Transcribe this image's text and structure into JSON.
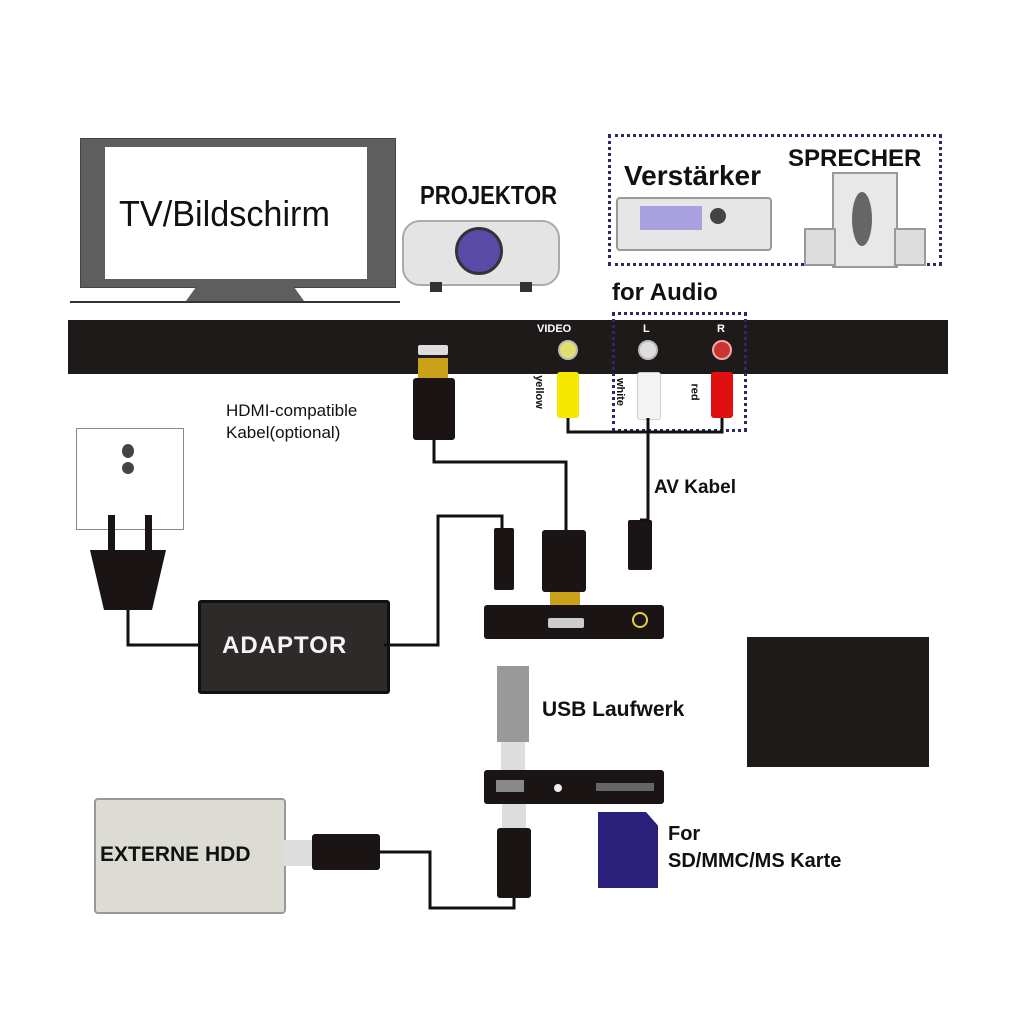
{
  "devices": {
    "tv": {
      "label": "TV/Bildschirm"
    },
    "projector": {
      "label": "PROJEKTOR"
    },
    "amplifier": {
      "label": "Verstärker"
    },
    "speaker": {
      "label": "SPRECHER"
    },
    "audio_group": {
      "label": "for Audio"
    },
    "adaptor": {
      "label": "ADAPTOR"
    },
    "usb_drive": {
      "label": "USB Laufwerk"
    },
    "external_hdd": {
      "label": "EXTERNE HDD"
    },
    "card": {
      "label_line1": "For",
      "label_line2": "SD/MMC/MS Karte"
    }
  },
  "panel": {
    "video_label": "VIDEO",
    "left_label": "L",
    "right_label": "R"
  },
  "plugs": {
    "yellow": {
      "label": "yellow",
      "color": "#f7e600"
    },
    "white": {
      "label": "white",
      "color": "#f4f4f4"
    },
    "red": {
      "label": "red",
      "color": "#e01010"
    }
  },
  "cables": {
    "hdmi_line1": "HDMI-compatible",
    "hdmi_line2": "Kabel(optional)",
    "av": "AV Kabel"
  },
  "colors": {
    "bar": "#1e1a1a",
    "hdmi_gold": "#c9a21a",
    "projector_lens": "#5a4aa8",
    "amp_display": "#a9a0e0",
    "sd_card": "#2a1f7a",
    "dotted_border": "#2a2a6a"
  }
}
